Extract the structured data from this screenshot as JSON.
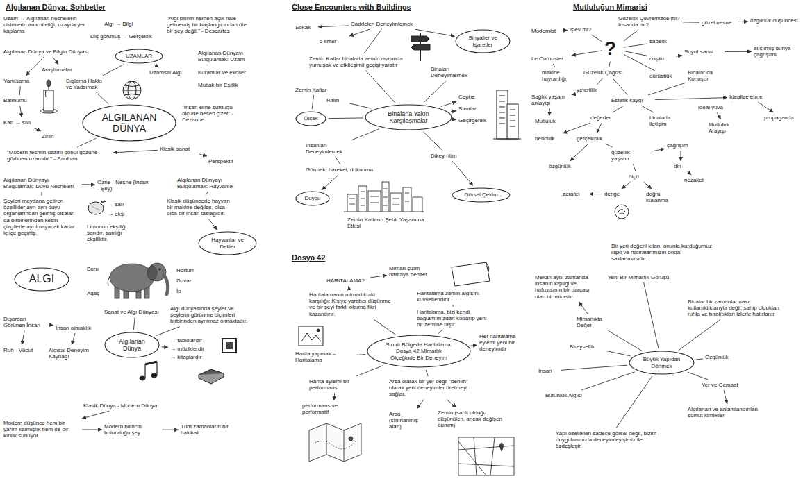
{
  "diagram": {
    "nodes": [
      {
        "text": [
          "Uzam → Algılanan nesnelerin cisimlerin ana niteliği, uzayda yer kaplama"
        ]
      },
      {
        "text": [
          "Algı → Bilgi"
        ]
      },
      {
        "text": [
          "Dış görünüş → Gerçeklik"
        ]
      },
      {
        "text": [
          "\"Algı bilinin hemen açık hale gelmemiş bir başlangıcından öte bir şey değil.\" - Descartes"
        ]
      },
      {
        "text": [
          "Algılanan Dünya ve Bilgin Dünyası"
        ]
      },
      {
        "text": [
          "Araştırmalar"
        ]
      },
      {
        "text": [
          "Yanılsama"
        ]
      },
      {
        "text": [
          "Balmumu"
        ]
      },
      {
        "text": [
          "Katı → sıvı"
        ]
      },
      {
        "text": [
          "Zihin"
        ]
      },
      {
        "text": [
          "UZAMLAR"
        ]
      },
      {
        "text": [
          "Dışlama Hakkı ve Yadsımak"
        ]
      },
      {
        "text": [
          "Uzamsal Algı"
        ]
      },
      {
        "text": [
          "ALGILANAN DÜNYA"
        ]
      },
      {
        "text": [
          "Algılanan Dünyayı Bulgulamak: Uzam"
        ]
      },
      {
        "text": [
          "Kuramlar ve ekoller"
        ]
      },
      {
        "text": [
          "Mutlak bir Eşitlik"
        ]
      },
      {
        "text": [
          "\"İnsan eline sürdüğü ölçüde desen çizer\" - Cézanne"
        ]
      },
      {
        "text": [
          "\"Modern resmin uzamı gönül gözüne görünen uzamdır.\" - Paulhan"
        ]
      },
      {
        "text": [
          "Klasik sanat"
        ]
      },
      {
        "text": [
          "Perspektif"
        ]
      },
      {
        "text": [
          "Algılanan Dünyayı Bulgulamak: Duyu Nesneleri"
        ]
      },
      {
        "text": [
          "Özne - Nesne (insan - Şey)"
        ]
      },
      {
        "text": [
          "Şeyleri meydana getiren özellikler ayrı ayrı duyu organlarından gelmiş olsalar da birbirlerinden kesin çizgilerle ayrılmayacak kadar iç içe geçmiş."
        ]
      },
      {
        "text": [
          "→ sarı"
        ]
      },
      {
        "text": [
          "→ ekşi"
        ]
      },
      {
        "text": [
          "Limonun ekşiliği sarıdır, sarılığı ekşiliktir."
        ]
      },
      {
        "text": [
          "Algılanan Dünyayı Bulgulamak: Hayvanlık"
        ]
      },
      {
        "text": [
          "Klasik düşüncede hayvan bir makine değilse, olsa olsa bir insan taslağıdır."
        ]
      },
      {
        "text": [
          "Hayvanlar ve Deliler"
        ]
      },
      {
        "text": [
          "ALGI"
        ]
      },
      {
        "text": [
          "Dışardan Görünen İnsan"
        ]
      },
      {
        "text": [
          "İnsan olmaklık"
        ]
      },
      {
        "text": [
          "Ruh - Vücut"
        ]
      },
      {
        "text": [
          "Algısal Deneyim Kaynağı"
        ]
      },
      {
        "text": [
          "Sanat ve Algı Dünyası"
        ]
      },
      {
        "text": [
          "Algılanan Dünya"
        ]
      },
      {
        "text": [
          "Algı dünyasında şeyler ve şeylerin görünme biçimleri birbirinden ayrılmaz olmaktadır."
        ]
      },
      {
        "text": [
          "→ tablolardır"
        ]
      },
      {
        "text": [
          "→ müziklerdir"
        ]
      },
      {
        "text": [
          "→ kitaplardır"
        ]
      },
      {
        "text": [
          "Klasik Dünya - Modern Dünya"
        ]
      },
      {
        "text": [
          "Modern düşünce hem bir yarım kalmışlık hem de bir kırılık sunuyor"
        ]
      },
      {
        "text": [
          "Modern bilincin bulunduğu şey"
        ]
      },
      {
        "text": [
          "Tüm zamanların bir hakikati"
        ]
      },
      {
        "text": [
          "Sokak"
        ]
      },
      {
        "text": [
          "5 kriter"
        ]
      },
      {
        "text": [
          "Caddeleri Deneyimlemek"
        ]
      },
      {
        "text": [
          "Sinyaller ve İşaretler"
        ]
      },
      {
        "text": [
          "Zemin Katlar binalarla zemin arasında yumuşak ve etkileşimli geçişi yaratır"
        ]
      },
      {
        "text": [
          "Zemin Katlar"
        ]
      },
      {
        "text": [
          "Ölçek"
        ]
      },
      {
        "text": [
          "Ritim"
        ]
      },
      {
        "text": [
          "Binaları Deneyimlemek"
        ]
      },
      {
        "text": [
          "Binalarla Yakın Karşılaşmalar"
        ]
      },
      {
        "text": [
          "Cephe"
        ]
      },
      {
        "text": [
          "Sınırlar"
        ]
      },
      {
        "text": [
          "Geçirgenlik"
        ]
      },
      {
        "text": [
          "İnsanları Deneyimlemek"
        ]
      },
      {
        "text": [
          "Görmek, hareket, dokunma"
        ]
      },
      {
        "text": [
          "Dikey ritim"
        ]
      },
      {
        "text": [
          "Duygu"
        ]
      },
      {
        "text": [
          "Zemin Katların Şehir Yaşamına Etkisi"
        ]
      },
      {
        "text": [
          "Görsel Çekim"
        ]
      },
      {
        "text": [
          "Modernist"
        ]
      },
      {
        "text": [
          "işlev mi?"
        ]
      },
      {
        "text": [
          "Güzellik Çevremizde mi? İnsanda mı?"
        ]
      },
      {
        "text": [
          "güzel nesne"
        ]
      },
      {
        "text": [
          "özgürlük düşüncesi"
        ]
      },
      {
        "text": [
          "Le Corbusier"
        ]
      },
      {
        "text": [
          "makine hayranlığı"
        ]
      },
      {
        "text": [
          "?"
        ]
      },
      {
        "text": [
          "Güzellik Çağrısı"
        ]
      },
      {
        "text": [
          "coşku"
        ]
      },
      {
        "text": [
          "Soyut sanat"
        ]
      },
      {
        "text": [
          "sadelik"
        ]
      },
      {
        "text": [
          "dürüstlük"
        ]
      },
      {
        "text": [
          "alışılmış dünya çağrışımı"
        ]
      },
      {
        "text": [
          "Sağlık yaşam anlayışı"
        ]
      },
      {
        "text": [
          "yeterlilik"
        ]
      },
      {
        "text": [
          "Estetik kaygı"
        ]
      },
      {
        "text": [
          "Mutluluk"
        ]
      },
      {
        "text": [
          "İdealize etme"
        ]
      },
      {
        "text": [
          "Binalar da Konuşur"
        ]
      },
      {
        "text": [
          "ideal yuva"
        ]
      },
      {
        "text": [
          "propaganda"
        ]
      },
      {
        "text": [
          "Mutluluk Arayışı"
        ]
      },
      {
        "text": [
          "değerler"
        ]
      },
      {
        "text": [
          "binalarla iletişim"
        ]
      },
      {
        "text": [
          "gerçekçilik"
        ]
      },
      {
        "text": [
          "güzellik yaşanır"
        ]
      },
      {
        "text": [
          "çağrışım"
        ]
      },
      {
        "text": [
          "bencillik"
        ]
      },
      {
        "text": [
          "özgünlük"
        ]
      },
      {
        "text": [
          "ölçü"
        ]
      },
      {
        "text": [
          "din"
        ]
      },
      {
        "text": [
          "nezaket"
        ]
      },
      {
        "text": [
          "denge"
        ]
      },
      {
        "text": [
          "doğru kullanma"
        ]
      },
      {
        "text": [
          "zerafet"
        ]
      },
      {
        "text": [
          "HARİTALAMA?"
        ]
      },
      {
        "text": [
          "Mimari çizim haritaya benzer"
        ]
      },
      {
        "text": [
          "Haritalamanın mimarlıktaki karşılığı: Kişiye yaratıcı düşünme ve bir şeyi farklı okuma fikri kazandırır."
        ]
      },
      {
        "text": [
          "Haritalama zemin algısını kuvvetlendirir"
        ]
      },
      {
        "text": [
          "Haritalama, bizi kendi bağlamımızdan koparıp yeni bir zemine taşır."
        ]
      },
      {
        "text": [
          "Sınırlı Bölgede Haritalama: Dosya 42 Mimarlık Ölçeğinde Bir Deneyim"
        ]
      },
      {
        "text": [
          "Harita yapmak = Haritalama"
        ]
      },
      {
        "text": [
          "Her haritalama eylemi yeni bir deneyimdir"
        ]
      },
      {
        "text": [
          "Harita eylemi bir performans"
        ]
      },
      {
        "text": [
          "performans ve performatif"
        ]
      },
      {
        "text": [
          "Arsa olarak bir yer değil \"benim\" olarak yeni deneyimler üretmeyi sağlar."
        ]
      },
      {
        "text": [
          "Arsa (sınırlanmış alan)"
        ]
      },
      {
        "text": [
          "Zemin (sabit olduğu düşünülen, ancak değişen durum)"
        ]
      },
      {
        "text": [
          "Bir yeri değerli kılan, onunla kurduğumuz ilişki ve hatıralarımızın onda saklanmasıdır."
        ]
      },
      {
        "text": [
          "Yeni Bir Mimarlık Görüşü"
        ]
      },
      {
        "text": [
          "Mekan aynı zamanda insanın kişiliği ve hafızasının bir parçası olan bir mirastır."
        ]
      },
      {
        "text": [
          "Mimarlıkta Değer"
        ]
      },
      {
        "text": [
          "Bireysellik"
        ]
      },
      {
        "text": [
          "Büyük Yapıdan Dönmek"
        ]
      },
      {
        "text": [
          "Binalar bir zamanlar nasıl kullanıldıklarıyla değil, sahip oldukları ruhla ve bıraktıkları izlerle hatırlanır."
        ]
      },
      {
        "text": [
          "İnsan"
        ]
      },
      {
        "text": [
          "Bütünlük Algısı"
        ]
      },
      {
        "text": [
          "Yer ve Cemaat"
        ]
      },
      {
        "text": [
          "Özgünlük"
        ]
      },
      {
        "text": [
          "Algılanan ve anlamlandırılan somut kimlikler"
        ]
      },
      {
        "text": [
          "Yapı özellikleri sadece görsel değil, bizim duygularımızla deneyimleyişimiz ile özdeşleşir."
        ]
      }
    ],
    "edges": [
      {
        "from": 4,
        "to": 5,
        "arrow": "to"
      },
      {
        "from": 4,
        "to": 6,
        "arrow": "to"
      },
      {
        "from": 6,
        "to": 7,
        "arrow": "none"
      },
      {
        "from": 7,
        "to": 8,
        "arrow": "to"
      },
      {
        "from": 8,
        "to": 9,
        "arrow": "to"
      },
      {
        "from": 10,
        "to": 11,
        "arrow": "none"
      },
      {
        "from": 10,
        "to": 12,
        "arrow": "to"
      },
      {
        "from": 11,
        "to": 13,
        "arrow": "none"
      },
      {
        "from": 13,
        "to": 18,
        "arrow": "none"
      },
      {
        "from": 19,
        "to": 18,
        "arrow": "to"
      },
      {
        "from": 19,
        "to": 20,
        "arrow": "to"
      },
      {
        "from": 21,
        "to": 22,
        "arrow": "to"
      },
      {
        "from": 21,
        "to": 23,
        "arrow": "none"
      },
      {
        "from": 27,
        "to": 28,
        "arrow": "none"
      },
      {
        "from": 28,
        "to": 29,
        "arrow": "to"
      },
      {
        "from": 31,
        "to": 32,
        "arrow": "to"
      },
      {
        "from": 31,
        "to": 33,
        "arrow": "to"
      },
      {
        "from": 32,
        "to": 34,
        "arrow": "to"
      },
      {
        "from": 35,
        "to": 36,
        "arrow": "none"
      },
      {
        "from": 36,
        "to": 37,
        "arrow": "none"
      },
      {
        "from": 36,
        "to": 39,
        "arrow": "to"
      },
      {
        "from": 41,
        "to": 42,
        "arrow": "to"
      },
      {
        "from": 42,
        "to": 43,
        "arrow": "to"
      },
      {
        "from": 43,
        "to": 44,
        "arrow": "to"
      },
      {
        "from": 47,
        "to": 45,
        "arrow": "to"
      },
      {
        "from": 47,
        "to": 46,
        "arrow": "to"
      },
      {
        "from": 47,
        "to": 48,
        "arrow": "to"
      },
      {
        "from": 49,
        "to": 47,
        "arrow": "none"
      },
      {
        "from": 54,
        "to": 49,
        "arrow": "none"
      },
      {
        "from": 54,
        "to": 52,
        "arrow": "none"
      },
      {
        "from": 54,
        "to": 53,
        "arrow": "none"
      },
      {
        "from": 54,
        "to": 55,
        "arrow": "to"
      },
      {
        "from": 54,
        "to": 56,
        "arrow": "to"
      },
      {
        "from": 54,
        "to": 57,
        "arrow": "to"
      },
      {
        "from": 54,
        "to": 51,
        "arrow": "none"
      },
      {
        "from": 51,
        "to": 50,
        "arrow": "none"
      },
      {
        "from": 54,
        "to": 58,
        "arrow": "none"
      },
      {
        "from": 58,
        "to": 59,
        "arrow": "none"
      },
      {
        "from": 59,
        "to": 61,
        "arrow": "to"
      },
      {
        "from": 54,
        "to": 60,
        "arrow": "none"
      },
      {
        "from": 60,
        "to": 63,
        "arrow": "to"
      },
      {
        "from": 64,
        "to": 65,
        "arrow": "to"
      },
      {
        "from": 65,
        "to": 71,
        "arrow": "none"
      },
      {
        "from": 71,
        "to": 66,
        "arrow": "none"
      },
      {
        "from": 66,
        "to": 67,
        "arrow": "none"
      },
      {
        "from": 67,
        "to": 68,
        "arrow": "to"
      },
      {
        "from": 71,
        "to": 69,
        "arrow": "to"
      },
      {
        "from": 69,
        "to": 70,
        "arrow": "none"
      },
      {
        "from": 71,
        "to": 72,
        "arrow": "none"
      },
      {
        "from": 72,
        "to": 79,
        "arrow": "none"
      },
      {
        "from": 79,
        "to": 78,
        "arrow": "to"
      },
      {
        "from": 78,
        "to": 81,
        "arrow": "to"
      },
      {
        "from": 71,
        "to": 75,
        "arrow": "none"
      },
      {
        "from": 71,
        "to": 73,
        "arrow": "none"
      },
      {
        "from": 73,
        "to": 74,
        "arrow": "to"
      },
      {
        "from": 71,
        "to": 76,
        "arrow": "none"
      },
      {
        "from": 74,
        "to": 77,
        "arrow": "to"
      },
      {
        "from": 72,
        "to": 80,
        "arrow": "none"
      },
      {
        "from": 80,
        "to": 82,
        "arrow": "to"
      },
      {
        "from": 82,
        "to": 85,
        "arrow": "to"
      },
      {
        "from": 82,
        "to": 84,
        "arrow": "none"
      },
      {
        "from": 84,
        "to": 86,
        "arrow": "to"
      },
      {
        "from": 80,
        "to": 83,
        "arrow": "none"
      },
      {
        "from": 80,
        "to": 87,
        "arrow": "none"
      },
      {
        "from": 87,
        "to": 92,
        "arrow": "to"
      },
      {
        "from": 87,
        "to": 89,
        "arrow": "to"
      },
      {
        "from": 89,
        "to": 93,
        "arrow": "to"
      },
      {
        "from": 89,
        "to": 90,
        "arrow": "none"
      },
      {
        "from": 90,
        "to": 91,
        "arrow": "to"
      },
      {
        "from": 90,
        "to": 94,
        "arrow": "none"
      },
      {
        "from": 94,
        "to": 97,
        "arrow": "to"
      },
      {
        "from": 94,
        "to": 98,
        "arrow": "to"
      },
      {
        "from": 91,
        "to": 95,
        "arrow": "to"
      },
      {
        "from": 95,
        "to": 96,
        "arrow": "to"
      },
      {
        "from": 80,
        "to": 88,
        "arrow": "none"
      },
      {
        "from": 97,
        "to": 99,
        "arrow": "to"
      },
      {
        "from": 102,
        "to": 100,
        "arrow": "to"
      },
      {
        "from": 100,
        "to": 101,
        "arrow": "to"
      },
      {
        "from": 105,
        "to": 102,
        "arrow": "none"
      },
      {
        "from": 105,
        "to": 104,
        "arrow": "none"
      },
      {
        "from": 104,
        "to": 103,
        "arrow": "none"
      },
      {
        "from": 105,
        "to": 106,
        "arrow": "none"
      },
      {
        "from": 105,
        "to": 107,
        "arrow": "to"
      },
      {
        "from": 105,
        "to": 108,
        "arrow": "none"
      },
      {
        "from": 108,
        "to": 109,
        "arrow": "to"
      },
      {
        "from": 105,
        "to": 110,
        "arrow": "none"
      },
      {
        "from": 110,
        "to": 111,
        "arrow": "to"
      },
      {
        "from": 110,
        "to": 112,
        "arrow": "to"
      },
      {
        "from": 118,
        "to": 114,
        "arrow": "none"
      },
      {
        "from": 118,
        "to": 116,
        "arrow": "none"
      },
      {
        "from": 116,
        "to": 115,
        "arrow": "to"
      },
      {
        "from": 118,
        "to": 117,
        "arrow": "none"
      },
      {
        "from": 118,
        "to": 120,
        "arrow": "none"
      },
      {
        "from": 118,
        "to": 121,
        "arrow": "none"
      },
      {
        "from": 118,
        "to": 119,
        "arrow": "none"
      },
      {
        "from": 118,
        "to": 123,
        "arrow": "none"
      },
      {
        "from": 118,
        "to": 122,
        "arrow": "none"
      },
      {
        "from": 122,
        "to": 124,
        "arrow": "to"
      },
      {
        "from": 118,
        "to": 125,
        "arrow": "none"
      }
    ],
    "labels": [
      "Algılanan Dünya: Sohbetler",
      "Close Encounters with Buildings",
      "Mutluluğun Mimarisi",
      "Dosya 42",
      "Boru",
      "Hortum",
      "Duvar",
      "İp",
      "Ağaç"
    ]
  }
}
